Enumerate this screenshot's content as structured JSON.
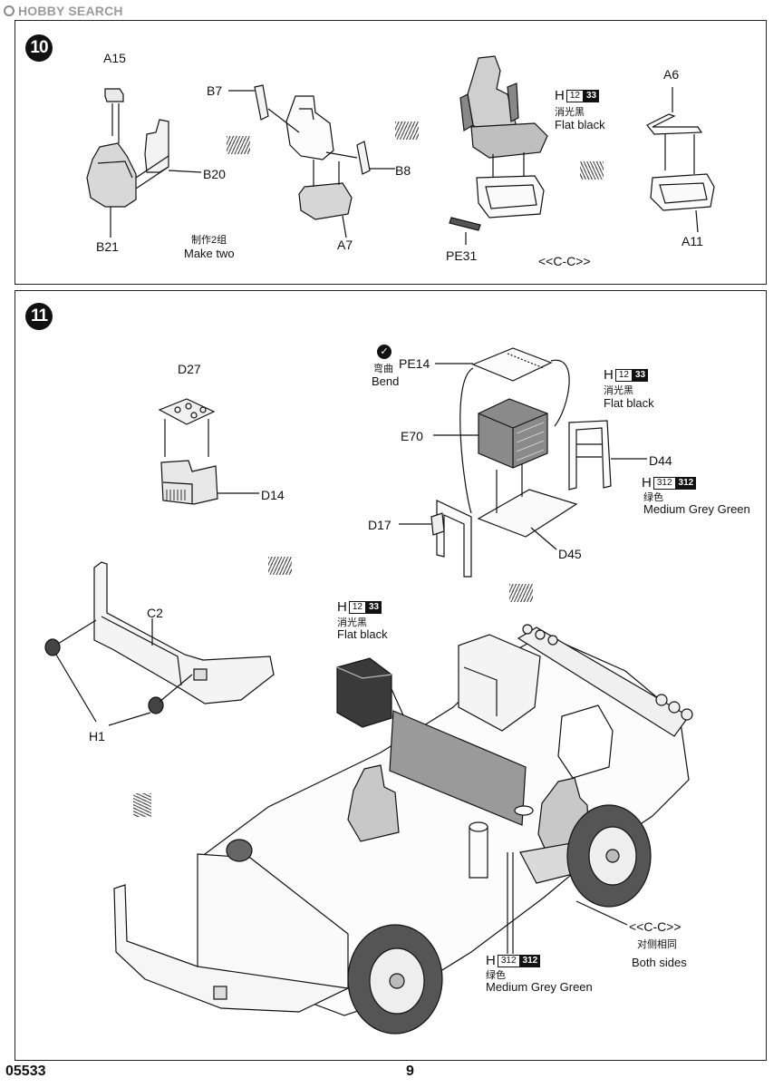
{
  "header": {
    "logo_text": "HOBBY SEARCH"
  },
  "step10": {
    "number": "10",
    "labels": {
      "a15": "A15",
      "b7": "B7",
      "b20": "B20",
      "b21": "B21",
      "b8": "B8",
      "a7": "A7",
      "pe31": "PE31",
      "a6": "A6",
      "a11": "A11",
      "cc": "<<C-C>>"
    },
    "make_two_cn": "制作2组",
    "make_two_en": "Make two",
    "paint": {
      "h": "H",
      "code1": "12",
      "code2": "33",
      "cn": "消光黑",
      "en": "Flat black"
    }
  },
  "step11": {
    "number": "11",
    "labels": {
      "d27": "D27",
      "d14": "D14",
      "pe14": "PE14",
      "e70": "E70",
      "d44": "D44",
      "d17": "D17",
      "d45": "D45",
      "c2": "C2",
      "h1": "H1",
      "cc": "<<C-C>>"
    },
    "bend_cn": "弯曲",
    "bend_en": "Bend",
    "paint_black_top": {
      "h": "H",
      "code1": "12",
      "code2": "33",
      "cn": "消光黑",
      "en": "Flat black"
    },
    "paint_green_top": {
      "h": "H",
      "code1": "312",
      "code2": "312",
      "cn": "绿色",
      "en": "Medium Grey Green"
    },
    "paint_black_mid": {
      "h": "H",
      "code1": "12",
      "code2": "33",
      "cn": "消光黑",
      "en": "Flat black"
    },
    "paint_green_bottom": {
      "h": "H",
      "code1": "312",
      "code2": "312",
      "cn": "绿色",
      "en": "Medium Grey Green"
    },
    "both_sides_cn": "对侧相同",
    "both_sides_en": "Both sides"
  },
  "footer": {
    "code": "05533",
    "page": "9"
  }
}
